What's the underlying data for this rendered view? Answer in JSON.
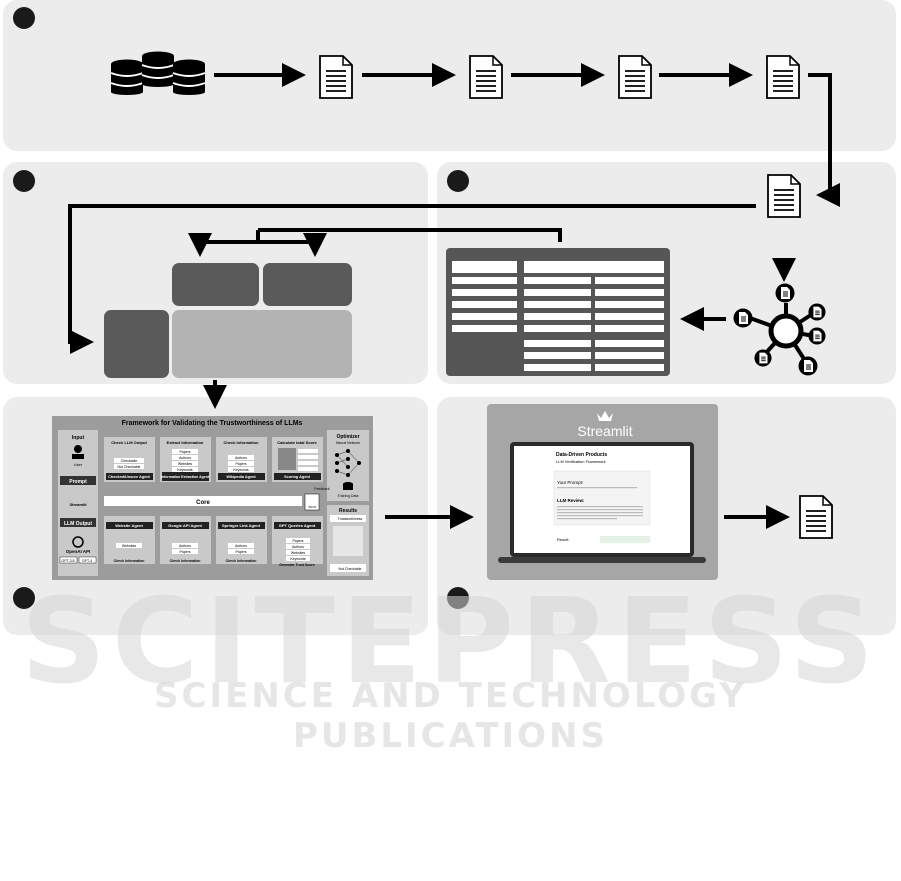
{
  "diagram": {
    "fw_title": "Framework for Validating the Trustworthiness of LLMs",
    "fw_input": "Input",
    "fw_user": "User",
    "fw_prompt": "Prompt",
    "fw_streamlit": "Streamlit",
    "fw_llm_output": "LLM Output",
    "fw_openai": "OpenAI API",
    "fw_gpt35": "GPT-3.5",
    "fw_gpt4": "GPT-4",
    "fw_core": "Core",
    "fw_card1_head": "Check LLM Output",
    "fw_card1_agent": "Checked/Unsure Agent",
    "fw_card1_items": [
      "Checkable",
      "Not Checkable"
    ],
    "fw_card2_head": "Extract Information",
    "fw_card2_agent": "Information Extraction Agent",
    "fw_card2_items": [
      "Papers",
      "Authors",
      "Websites",
      "Keywords"
    ],
    "fw_card3_head": "Check Information",
    "fw_card3_agent": "Wikipedia Agent",
    "fw_card3_items": [
      "Authors",
      "Papers",
      "Keywords"
    ],
    "fw_card4_head": "Calculate total Score",
    "fw_card4_agent": "Scoring Agent",
    "fw_optimizer": "Optimizer",
    "fw_neural": "Neural Network",
    "fw_training": "Training Data",
    "fw_feedback": "Feedback",
    "fw_json": "JSON",
    "fw_b1": "Website Agent",
    "fw_b1_item": "Websites",
    "fw_b1_foot": "Check Information",
    "fw_b2": "Google API Agent",
    "fw_b2_items": [
      "Authors",
      "Papers"
    ],
    "fw_b2_foot": "Check Information",
    "fw_b3": "Springer Link Agent",
    "fw_b3_items": [
      "Authors",
      "Papers"
    ],
    "fw_b3_foot": "Check Information",
    "fw_b4": "GPT Queries Agent",
    "fw_b4_items": [
      "Papers",
      "Authors",
      "Websites",
      "Keywords"
    ],
    "fw_b4_foot": "Generate Trust Score",
    "fw_results": "Results",
    "fw_trust": "Trustworthiness",
    "fw_not_check": "Not Checkable",
    "st_brand": "Streamlit",
    "st_title": "Data-Driven Products",
    "st_subtitle": "LLM Verification Framework",
    "st_prompt": "Your Prompt:",
    "st_review": "LLM Review:",
    "st_result": "Result:"
  },
  "colors": {
    "panel": "#ececec",
    "dark_box": "#5a5a5a",
    "table": "#565656",
    "fw_bg": "#9c9c9c",
    "streamlit_bg": "#a6a6a6"
  }
}
